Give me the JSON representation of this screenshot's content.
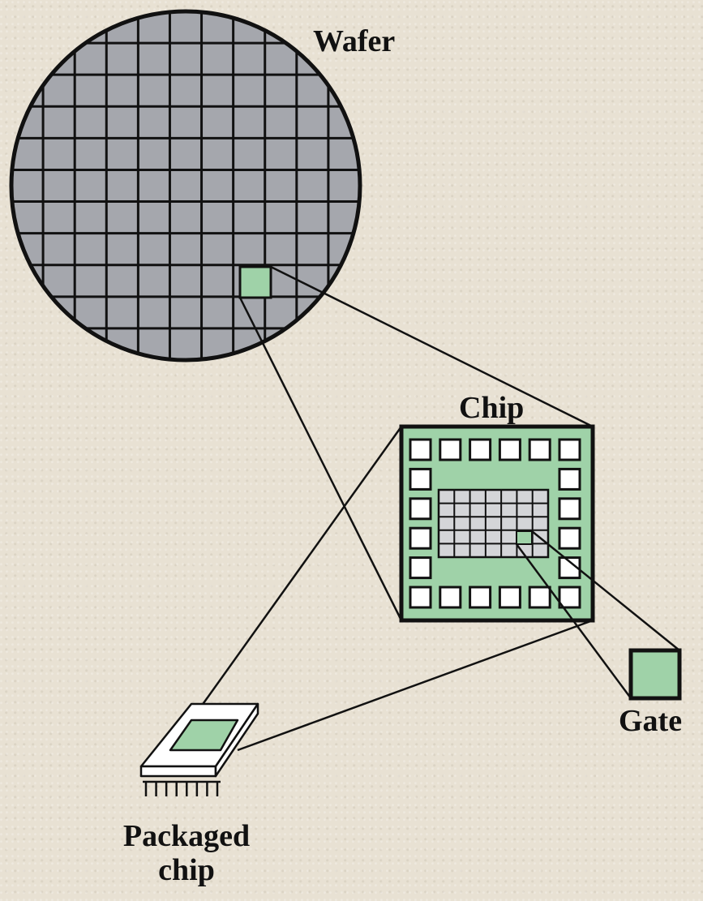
{
  "labels": {
    "wafer": "Wafer",
    "chip": "Chip",
    "gate": "Gate",
    "packaged_chip": "Packaged chip"
  },
  "colors": {
    "background": "#e8e1d3",
    "wafer_fill": "#a5a7ad",
    "chip_fill": "#9fd2a8",
    "core_fill": "#d4d5d8",
    "pad_fill": "#ffffff",
    "outline": "#111111"
  },
  "structure": {
    "wafer_grid_columns": 11,
    "wafer_grid_rows": 11,
    "chip_core_columns": 7,
    "chip_core_rows": 5,
    "chip_pads_top": 6,
    "chip_pads_bottom": 6,
    "chip_pads_left": 4,
    "chip_pads_right": 4,
    "package_pins": 8
  }
}
